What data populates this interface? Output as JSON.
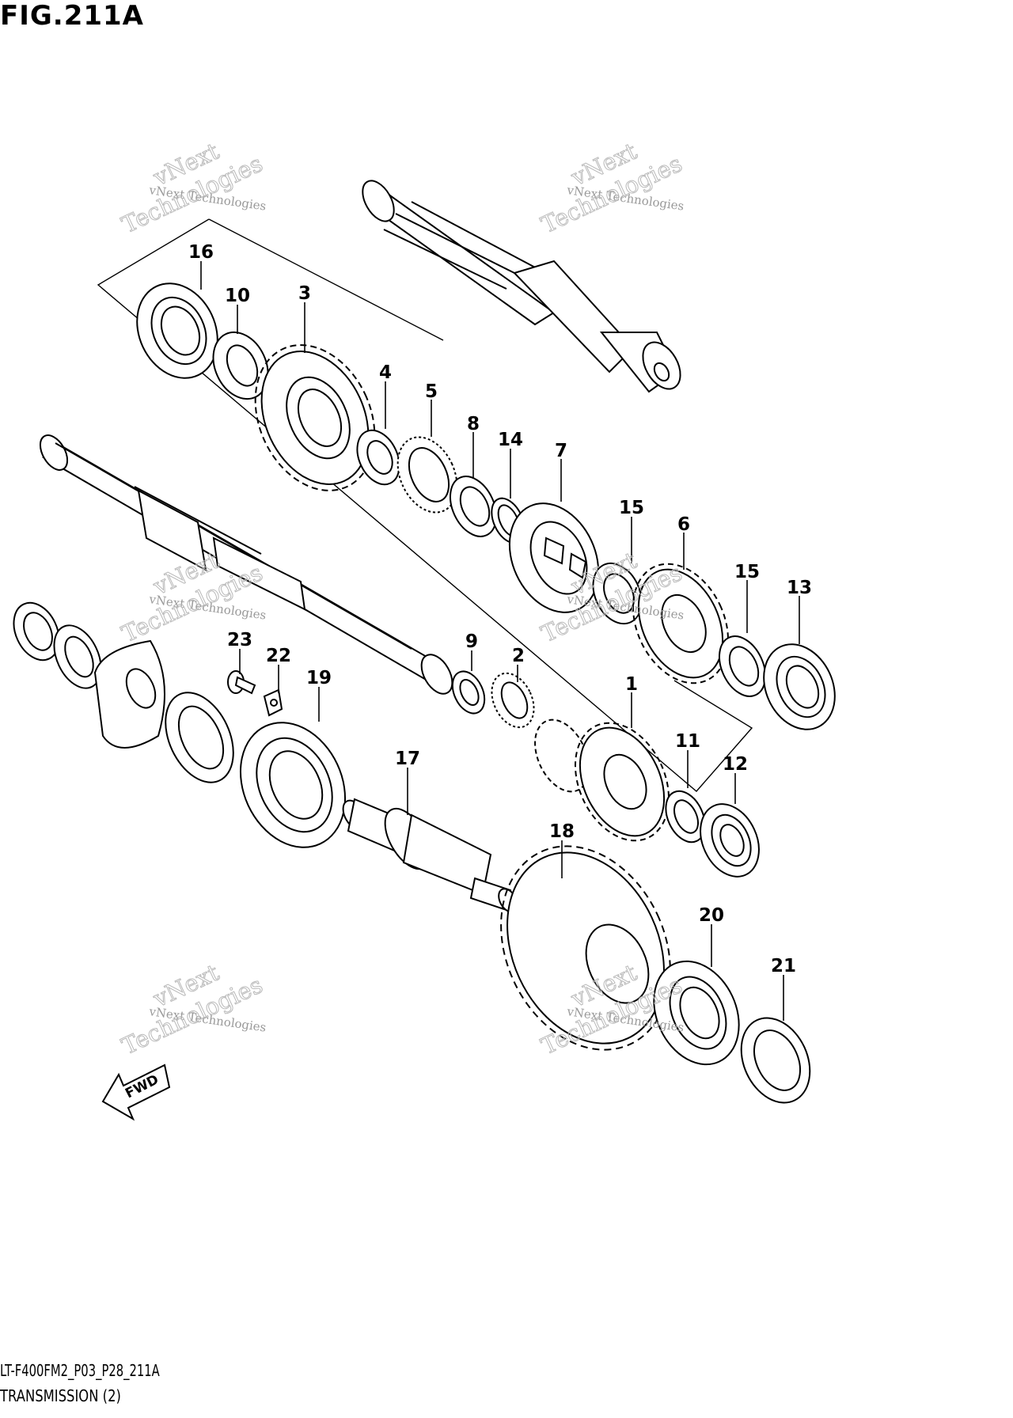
{
  "figure_title": "FIG.211A",
  "footer": {
    "code": "LT-F400FM2_P03_P28_211A",
    "title": "TRANSMISSION (2)"
  },
  "fwd_label": "FWD",
  "watermark": {
    "line1": "vNext Technologies",
    "line2": "vNext",
    "line3": "Technologies"
  },
  "callouts": [
    "1",
    "2",
    "3",
    "4",
    "5",
    "6",
    "7",
    "8",
    "9",
    "10",
    "11",
    "12",
    "13",
    "14",
    "15",
    "15",
    "16",
    "17",
    "18",
    "19",
    "20",
    "21",
    "22",
    "23"
  ]
}
